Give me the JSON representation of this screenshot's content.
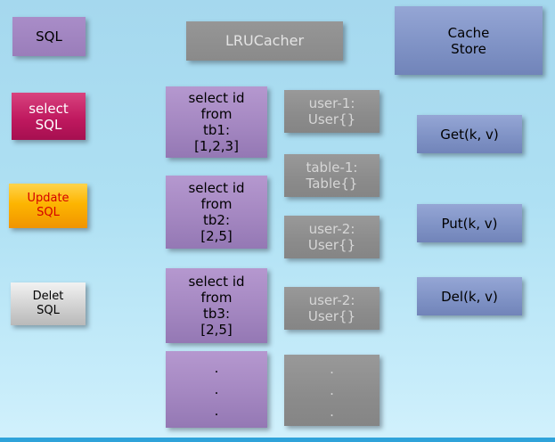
{
  "diagram": {
    "title_row": {
      "sql_box": {
        "label": "SQL"
      },
      "lrucacher_box": {
        "label": "LRUCacher"
      },
      "cache_store_box": {
        "label": "Cache\nStore"
      }
    },
    "sql_types": {
      "select_sql_box": {
        "label": "select\nSQL"
      },
      "update_sql_box": {
        "label": "Update\nSQL"
      },
      "delet_sql_box": {
        "label": "Delet\nSQL"
      }
    },
    "queries": {
      "query1_box": {
        "label": "select id\nfrom\ntb1:\n[1,2,3]"
      },
      "query2_box": {
        "label": "select id\nfrom\ntb2:\n[2,5]"
      },
      "query3_box": {
        "label": "select id\nfrom\ntb3:\n[2,5]"
      },
      "query_dots_box": {
        "label": ".\n.\n."
      }
    },
    "cache_entries": {
      "entry1_box": {
        "label": "user-1:\nUser{}"
      },
      "entry2_box": {
        "label": "table-1:\nTable{}"
      },
      "entry3_box": {
        "label": "user-2:\nUser{}"
      },
      "entry4_box": {
        "label": "user-2:\nUser{}"
      },
      "entry_dots_box": {
        "label": ".\n.\n."
      }
    },
    "operations": {
      "get_box": {
        "label": "Get(k, v)"
      },
      "put_box": {
        "label": "Put(k, v)"
      },
      "del_box": {
        "label": "Del(k, v)"
      }
    },
    "colors": {
      "background_top": "#a5d8ee",
      "background_bottom": "#d2f1fc",
      "purple": "#a487c1",
      "magenta": "#c0195f",
      "orange": "#fdb501",
      "silver": "#d2d2d2",
      "gray": "#8b8b8b",
      "blue_gray": "#8093c6",
      "bottom_strip": "#2fa3da"
    }
  }
}
